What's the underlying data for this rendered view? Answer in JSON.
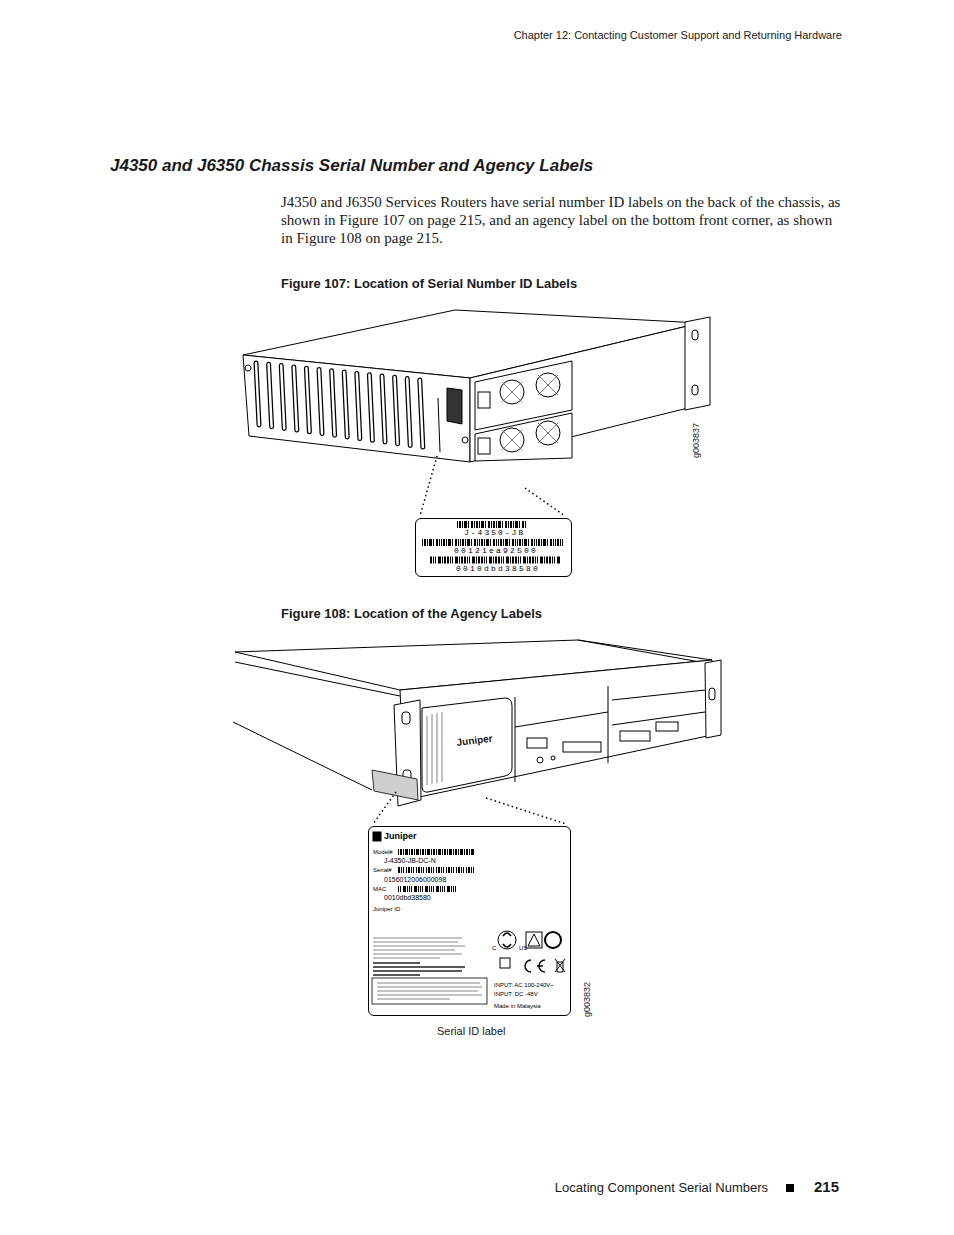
{
  "diagram": {
    "title": "J4350 and J6350 Chassis Serial Number and Agency Labels",
    "nodes": [
      {
        "text": [
          "J-4350-JB",
          "00121ea92500",
          "0010dbd38580"
        ]
      },
      {
        "text": [
          "Juniper",
          "Model#",
          "J-4350-JB-DC-N",
          "Serial#",
          "0156012006000098",
          "MAC",
          "0010dbd38580",
          "Juniper ID",
          "C",
          "US",
          "INPUT: AC 100-240V~",
          "INPUT: DC -48V",
          "Made in Malaysia"
        ]
      }
    ],
    "labels": [
      "Chapter 12: Contacting Customer Support and Returning Hardware",
      "J4350 and J6350 Services Routers have serial number ID labels on the back of the chassis, as shown in Figure 107 on page 215, and an agency label on the bottom front corner, as shown in Figure 108 on page 215.",
      "Figure 107: Location of Serial Number ID Labels",
      "g003837",
      "Figure 108: Location of the Agency Labels",
      "Juniper",
      "g003832",
      "Serial ID label",
      "Locating Component Serial Numbers",
      "215"
    ]
  }
}
